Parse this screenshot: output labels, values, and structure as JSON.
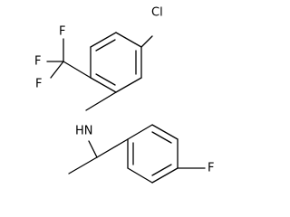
{
  "molecule": {
    "labels": {
      "chlorine": "Cl",
      "fluorine_cf3_1": "F",
      "fluorine_cf3_2": "F",
      "fluorine_cf3_3": "F",
      "amine": "HN",
      "fluorine_phenyl": "F"
    }
  },
  "colors": {
    "bond": "#000000",
    "text": "#000000",
    "background": "#ffffff"
  }
}
